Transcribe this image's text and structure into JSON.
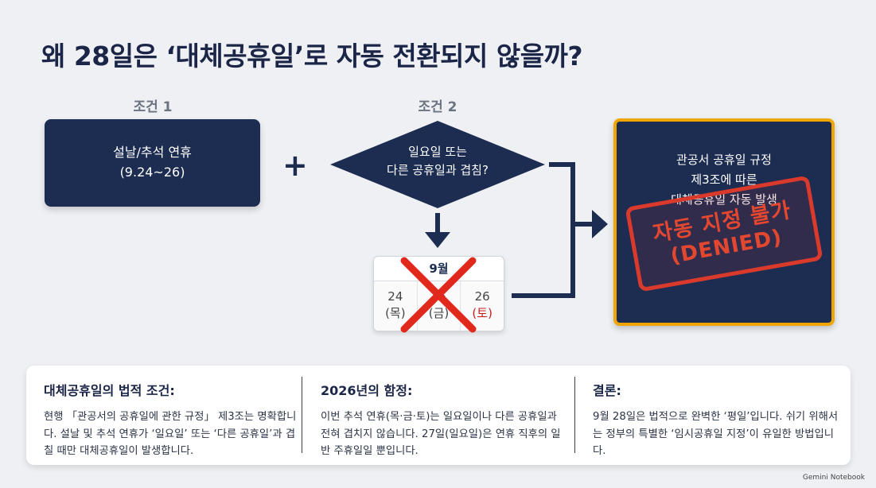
{
  "title": "왜 28일은 ‘대체공휴일’로 자동 전환되지 않을까?",
  "condition1": {
    "label": "조건 1",
    "line1": "설날/추석 연휴",
    "line2": "(9.24~26)"
  },
  "plus_symbol": "+",
  "condition2": {
    "label": "조건 2",
    "line1": "일요일 또는",
    "line2": "다른 공휴일과 겹침?"
  },
  "calendar": {
    "month": "9월",
    "days": [
      {
        "date": "24",
        "weekday": "(목)"
      },
      {
        "date": "25",
        "weekday": "(금)"
      },
      {
        "date": "26",
        "weekday": "(토)"
      }
    ]
  },
  "result": {
    "line1": "관공서 공휴일 규정",
    "line2": "제3조에 따른",
    "line3": "대체공휴일 자동 발생",
    "stamp_line1": "자동 지정 불가",
    "stamp_line2": "(DENIED)"
  },
  "info": {
    "col1": {
      "heading": "대체공휴일의 법적 조건:",
      "body": "현행 「관공서의 공휴일에 관한 규정」 제3조는 명확합니다. 설날 및 추석 연휴가 ‘일요일’ 또는 ‘다른 공휴일’과 겹칠 때만 대체공휴일이 발생합니다."
    },
    "col2": {
      "heading": "2026년의 함정:",
      "body": "이번 추석 연휴(목·금·토)는 일요일이나 다른 공휴일과 전혀 겹치지 않습니다. 27일(일요일)은 연휴 직후의 일반 주휴일일 뿐입니다."
    },
    "col3": {
      "heading": "결론:",
      "body": "9월 28일은 법적으로 완벽한 ‘평일’입니다. 쉬기 위해서는 정부의 특별한 ‘임시공휴일 지정’이 유일한 방법입니다."
    }
  },
  "footer": "Gemini Notebook",
  "colors": {
    "navy": "#1d2d52",
    "gold_border": "#f0a500",
    "stamp_red": "#d93a2b",
    "cross_red": "#e0281c",
    "saturday_red": "#c81e1e"
  }
}
